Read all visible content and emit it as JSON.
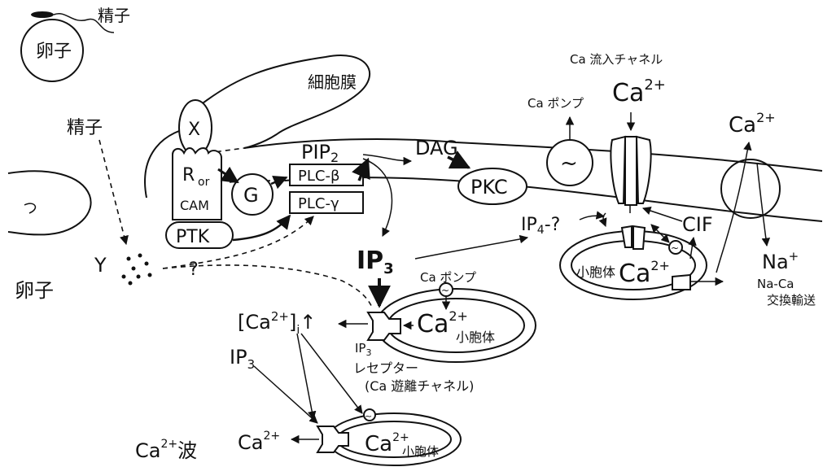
{
  "labels": {
    "sperm_top": "精子",
    "egg_top": "卵子",
    "cell_membrane": "細胞膜",
    "sperm_left": "精子",
    "egg_left": "卵子",
    "x": "X",
    "r": "R",
    "or": "or",
    "cam": "CAM",
    "g": "G",
    "ptk": "PTK",
    "y": "Y",
    "question_y": "?",
    "pip2": "PIP",
    "pip2_sub": "2",
    "plc_beta": "PLC-β",
    "plc_gamma": "PLC-γ",
    "dag": "DAG",
    "pkc": "PKC",
    "ip3_main": "IP",
    "ip3_main_sub": "3",
    "ip4": "IP",
    "ip4_sub": "4",
    "ip4_q": "-?",
    "ca_influx_channel": "Ca 流入チャネル",
    "ca_pump_top": "Ca ポンプ",
    "ca2_top": "Ca",
    "ca2_top_sup": "2+",
    "ca2_right": "Ca",
    "ca2_right_sup": "2+",
    "tilde": "~",
    "cif": "CIF",
    "na": "Na",
    "na_sup": "+",
    "na_ca": "Na-Ca",
    "exchange": "交換輸送",
    "vesicle_label_right": "小胞体",
    "ca2_vesicle_right": "Ca",
    "ca2_vesicle_right_sup": "2+",
    "ca_pump_mid": "Ca ポンプ",
    "ca2_mid": "Ca",
    "ca2_mid_sup": "2+",
    "vesicle_mid": "小胞体",
    "cai": "[Ca",
    "cai_sup": "2+",
    "cai_close": "]",
    "cai_sub": "i",
    "cai_arrow": "↑",
    "ip3_receptor": "IP",
    "ip3_receptor_sub": "3",
    "receptor": "レセプター",
    "release_channel": "(Ca 遊離チャネル)",
    "ip3_low": "IP",
    "ip3_low_sub": "3",
    "ca2_bottom_left": "Ca",
    "ca2_bottom_left_sup": "2+",
    "ca2_bottom_vesicle": "Ca",
    "ca2_bottom_vesicle_sup": "2+",
    "vesicle_bottom": "小胞体",
    "ca_wave": "Ca",
    "ca_wave_sup": "2+",
    "ca_wave_suffix": "波"
  }
}
